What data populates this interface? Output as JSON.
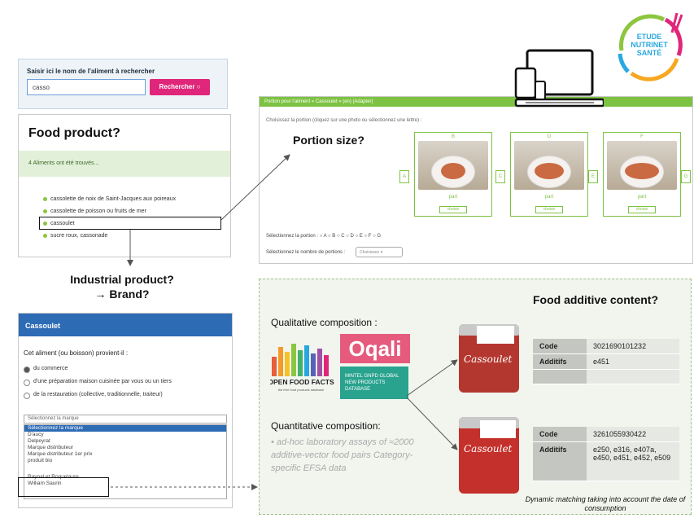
{
  "search": {
    "label": "Saisir ici le nom de l'aliment à rechercher",
    "value": "casso",
    "button": "Rechercher ○"
  },
  "food": {
    "question": "Food product?",
    "found": "4 Aliments ont été trouvés...",
    "items": [
      "cassolette de noix de Saint-Jacques aux poireaux",
      "cassolette de poisson ou fruits de mer",
      "cassoulet",
      "sucre roux, cassonade"
    ]
  },
  "industrial": {
    "line1": "Industrial product?",
    "line2": "→ Brand?"
  },
  "cassoulet": {
    "header": "Cassoulet",
    "question": "Cet aliment (ou boisson) provient-il :",
    "options": [
      "du commerce",
      "d'une préparation maison cuisinée par vous ou un tiers",
      "de la restauration (collective, traditionnelle, traiteur)"
    ],
    "select_placeholder": "Sélectionnez la marque",
    "brands": [
      "Sélectionnez la marque",
      "D'aucy",
      "Delpeyrat",
      "Marque distributeur",
      "Marque distributeur 1er prix",
      "produit bio",
      "Raynal et Roquelaure",
      "William Saurin"
    ]
  },
  "portion": {
    "question": "Portion size?",
    "bar": "Portion pour l'aliment « Cassoulet » (en) (Adapter)",
    "instruction": "Choisissez la portion (cliquez sur une photo ou sélectionnez une lettre) :",
    "cards": [
      {
        "num": "B",
        "label": "part",
        "btn": "choisir"
      },
      {
        "num": "D",
        "label": "part",
        "btn": "choisir"
      },
      {
        "num": "F",
        "label": "part",
        "btn": "choisir"
      }
    ],
    "side_letters": [
      "A",
      "C",
      "E",
      "G"
    ],
    "select_portion": "Sélectionnez la portion : ○ A ○ B ○ C ○ D ○ E ○ F ○ G",
    "select_count": "Sélectionnez le nombre de portions :",
    "count_box": "Choisissez ▾"
  },
  "composition": {
    "qualitative": "Qualitative composition :",
    "quantitative": "Quantitative composition:",
    "quant_desc": "• ad-hoc laboratory assays of ≈2000 additive-vector food pairs Category-specific EFSA data",
    "off_logo": "OPEN FOOD FACTS",
    "off_sub": "the free food products database",
    "oqali": "Oqali",
    "mintel": "MINTEL GNPD GLOBAL NEW PRODUCTS DATABASE",
    "additive_q": "Food additive content?",
    "can_brand": "Cassoulet",
    "table1": [
      {
        "k": "Code",
        "v": "3021690101232"
      },
      {
        "k": "Additifs",
        "v": "e451"
      }
    ],
    "table2": [
      {
        "k": "Code",
        "v": "3261055930422"
      },
      {
        "k": "Additifs",
        "v": "e250, e316, e407a, e450, e451, e452, e509"
      }
    ],
    "dyn_note": "Dynamic matching taking into account the date of consumption"
  },
  "logo": {
    "line1": "ETUDE",
    "line2": "NUTRINET",
    "line3": "SANTÉ"
  },
  "colors": {
    "accent_pink": "#e0267a",
    "header_blue": "#2d6bb5",
    "portion_green": "#7dc242"
  }
}
